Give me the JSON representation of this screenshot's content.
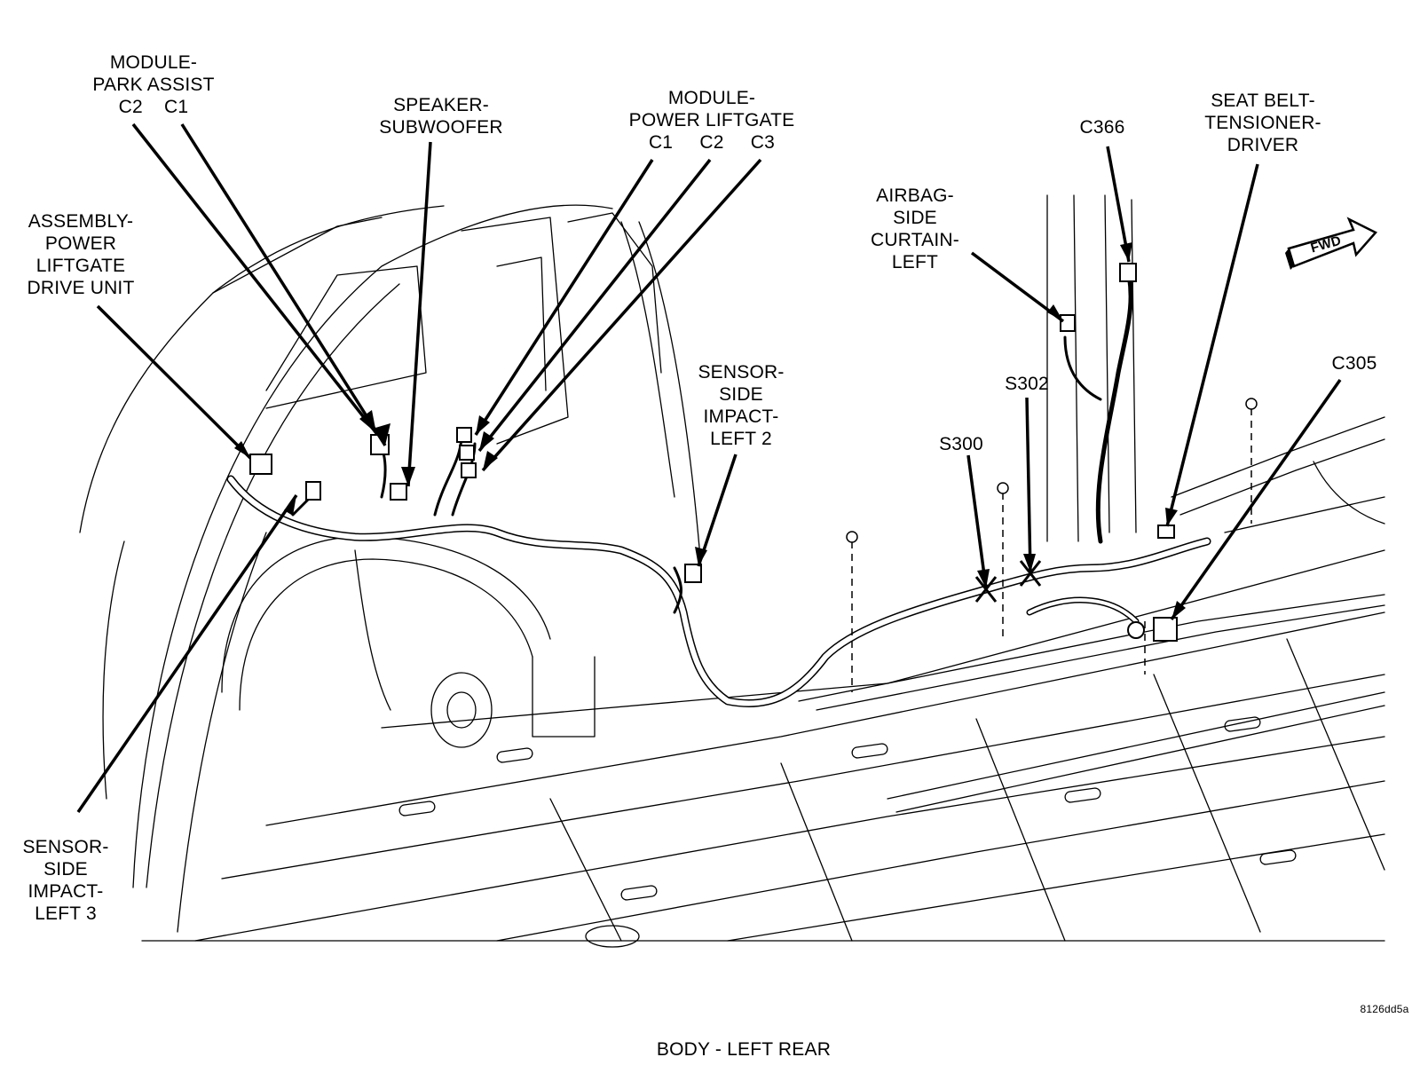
{
  "labels": {
    "park_assist": [
      "MODULE-",
      "PARK ASSIST",
      "C2    C1"
    ],
    "speaker": [
      "SPEAKER-",
      "SUBWOOFER"
    ],
    "liftgate_module": [
      "MODULE-",
      "POWER LIFTGATE",
      "C1     C2     C3"
    ],
    "liftgate_drive": [
      "ASSEMBLY-",
      "POWER",
      "LIFTGATE",
      "DRIVE UNIT"
    ],
    "impact_left2": [
      "SENSOR-",
      "SIDE",
      "IMPACT-",
      "LEFT 2"
    ],
    "airbag": [
      "AIRBAG-",
      "SIDE",
      "CURTAIN-",
      "LEFT"
    ],
    "c366": "C366",
    "seatbelt": [
      "SEAT BELT-",
      "TENSIONER-",
      "DRIVER"
    ],
    "s302": "S302",
    "s300": "S300",
    "c305": "C305",
    "impact_left3": [
      "SENSOR-",
      "SIDE",
      "IMPACT-",
      "LEFT 3"
    ],
    "fwd": "FWD",
    "figure_code": "8126dd5a",
    "caption": "BODY - LEFT REAR"
  }
}
